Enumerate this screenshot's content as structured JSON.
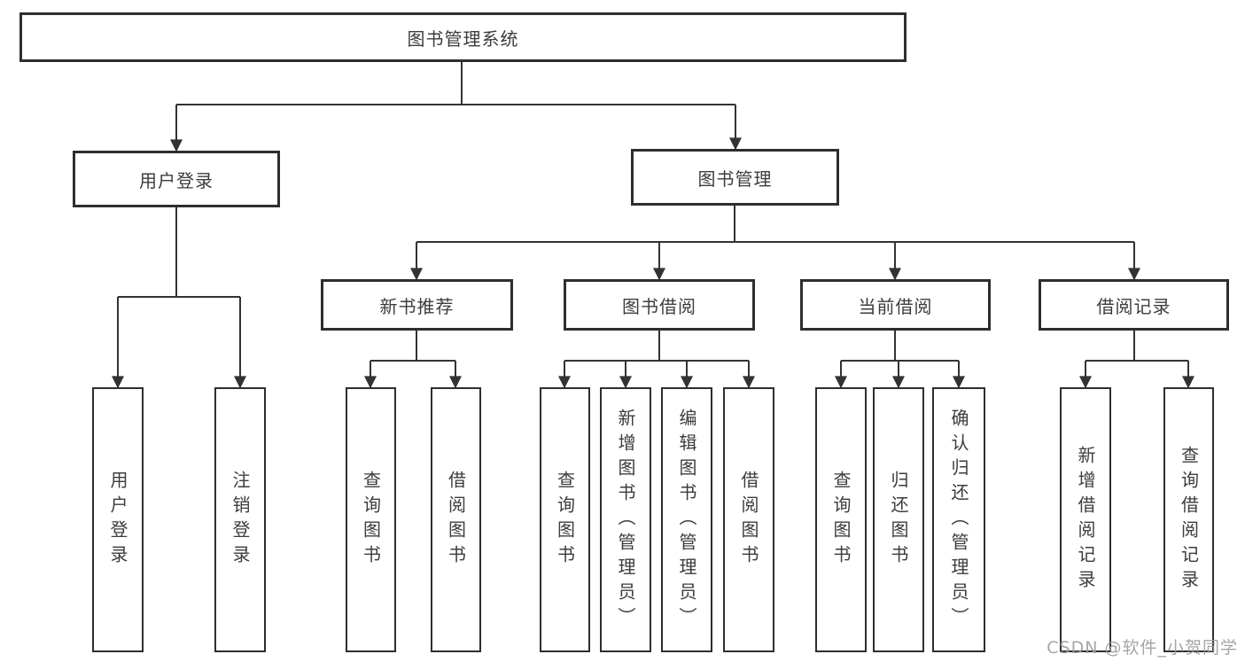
{
  "diagram": {
    "root": {
      "id": "system",
      "label": "图书管理系统"
    },
    "level2": [
      {
        "id": "user-login",
        "label": "用户登录",
        "parent": "system"
      },
      {
        "id": "book-management",
        "label": "图书管理",
        "parent": "system"
      }
    ],
    "level3": [
      {
        "id": "new-book-recommend",
        "label": "新书推荐",
        "parent": "book-management"
      },
      {
        "id": "book-borrow",
        "label": "图书借阅",
        "parent": "book-management"
      },
      {
        "id": "current-borrow",
        "label": "当前借阅",
        "parent": "book-management"
      },
      {
        "id": "borrow-records",
        "label": "借阅记录",
        "parent": "book-management"
      }
    ],
    "level4": [
      {
        "id": "user-login-leaf",
        "label": "用户登录",
        "parent": "user-login"
      },
      {
        "id": "logout",
        "label": "注销登录",
        "parent": "user-login"
      },
      {
        "id": "query-books-recommend",
        "label": "查询图书",
        "parent": "new-book-recommend"
      },
      {
        "id": "borrow-books-recommend",
        "label": "借阅图书",
        "parent": "new-book-recommend"
      },
      {
        "id": "query-books-borrow",
        "label": "查询图书",
        "parent": "book-borrow"
      },
      {
        "id": "add-book-admin",
        "label": "新增图书（管理员）",
        "parent": "book-borrow"
      },
      {
        "id": "edit-book-admin",
        "label": "编辑图书（管理员）",
        "parent": "book-borrow"
      },
      {
        "id": "borrow-books",
        "label": "借阅图书",
        "parent": "book-borrow"
      },
      {
        "id": "query-books-current",
        "label": "查询图书",
        "parent": "current-borrow"
      },
      {
        "id": "return-book",
        "label": "归还图书",
        "parent": "current-borrow"
      },
      {
        "id": "confirm-return-admin",
        "label": "确认归还（管理员）",
        "parent": "current-borrow"
      },
      {
        "id": "add-borrow-record",
        "label": "新增借阅记录",
        "parent": "borrow-records"
      },
      {
        "id": "query-borrow-record",
        "label": "查询借阅记录",
        "parent": "borrow-records"
      }
    ]
  },
  "watermark": {
    "text": "CSDN @软件_小贺同学"
  },
  "colors": {
    "line": "#333333",
    "border": "#2e2e2e",
    "text": "#3c3c3c",
    "watermark": "#9c9c9c",
    "background": "#ffffff"
  }
}
